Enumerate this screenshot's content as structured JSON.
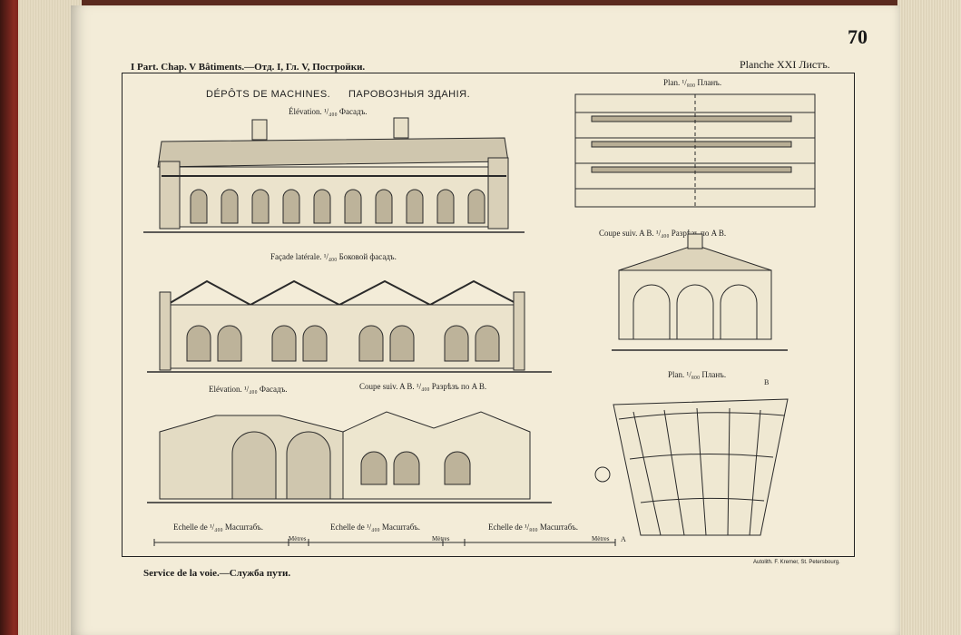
{
  "header": {
    "left": "I Part. Chap. V Bâtiments.—Отд. I, Гл. V, Постройки.",
    "right": "Planche XXI Листъ.",
    "page_number": "70"
  },
  "plate": {
    "title_fr": "DÉPÔTS DE MACHINES.",
    "title_ru": "ПАРОВОЗНЫЯ ЗДАНІЯ.",
    "labels": {
      "elevation_1": "Élévation. ¹/₄₀₀ Фасадъ.",
      "facade_laterale": "Façade latérale. ¹/₄₀₀ Боковой фасадъ.",
      "elevation_2": "Elévation. ¹/₄₀₀ Фасадъ.",
      "coupe_ab_2": "Coupe suiv. A B. ¹/₄₀₀ Разрѣзъ по A B.",
      "plan_1": "Plan. ¹/₈₀₀ Планъ.",
      "coupe_ab_1": "Coupe suiv. A B. ¹/₄₀₀ Разрѣзъ по A B.",
      "plan_2": "Plan. ¹/₈₀₀ Планъ."
    },
    "scales": [
      {
        "label": "Echelle de ¹/₄₀₀ Масштабъ.",
        "unit": "Mètres"
      },
      {
        "label": "Echelle de ¹/₄₀₀ Масштабъ.",
        "unit": "Mètres"
      },
      {
        "label": "Echelle de ¹/₈₀₀ Масштабъ.",
        "unit": "Mètres"
      }
    ],
    "marks": {
      "a": "A",
      "b": "B"
    }
  },
  "footer": {
    "service": "Service de la voie.—Служба пути.",
    "publisher": "Autolith. F. Kremer, St. Petersbourg."
  }
}
